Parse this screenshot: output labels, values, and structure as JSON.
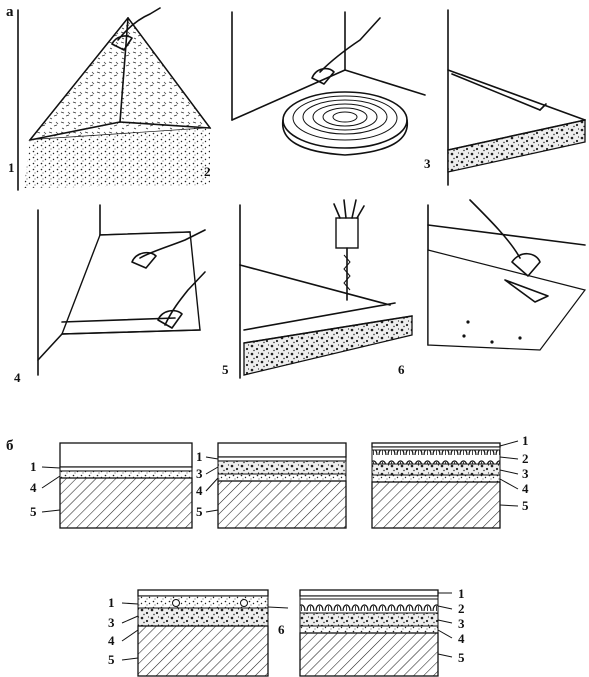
{
  "figure": {
    "part_a_label": "а",
    "part_b_label": "б",
    "steps": [
      {
        "number": "1"
      },
      {
        "number": "2"
      },
      {
        "number": "3"
      },
      {
        "number": "4"
      },
      {
        "number": "5"
      },
      {
        "number": "6"
      }
    ],
    "cross_sections": [
      {
        "layers": [
          "1",
          "4",
          "5"
        ]
      },
      {
        "layers": [
          "1",
          "3",
          "4",
          "5"
        ]
      },
      {
        "layers": [
          "1",
          "2",
          "3",
          "4",
          "5"
        ]
      },
      {
        "layers": [
          "1",
          "3",
          "4",
          "5"
        ],
        "extra_label": "6"
      },
      {
        "layers": [
          "1",
          "2",
          "3",
          "4",
          "5"
        ]
      }
    ]
  }
}
